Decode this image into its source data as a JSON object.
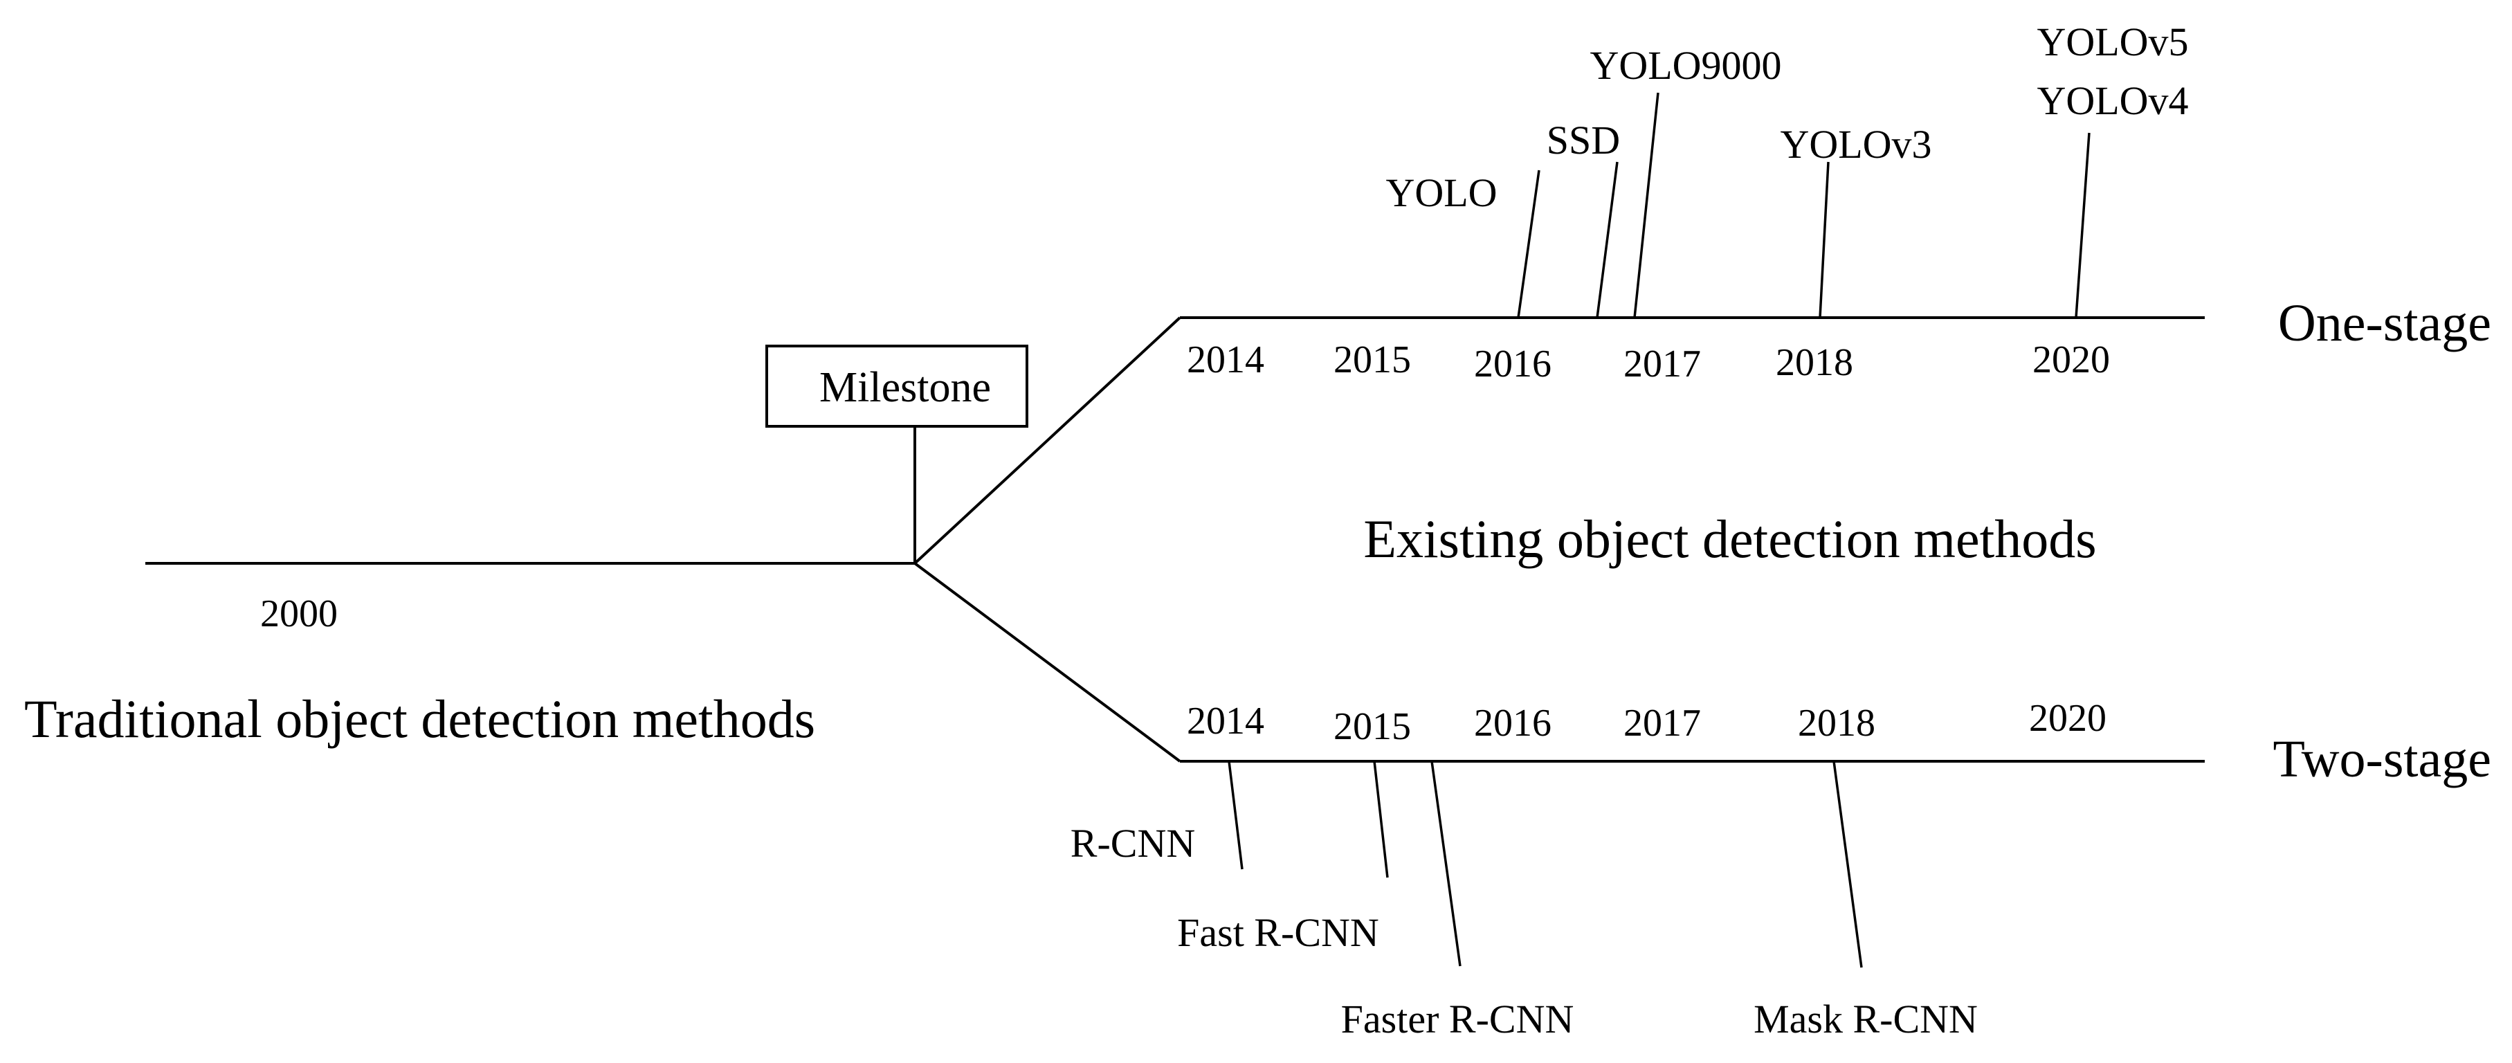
{
  "traditional": {
    "title": "Traditional object detection methods",
    "year": "2000"
  },
  "milestone": {
    "label": "Milestone"
  },
  "existing": {
    "title": "Existing object detection methods"
  },
  "one_stage": {
    "label": "One-stage",
    "years": [
      "2014",
      "2015",
      "2016",
      "2017",
      "2018",
      "2020"
    ],
    "methods": [
      "YOLO",
      "SSD",
      "YOLO9000",
      "YOLOv3",
      "YOLOv5",
      "YOLOv4"
    ]
  },
  "two_stage": {
    "label": "Two-stage",
    "years": [
      "2014",
      "2015",
      "2016",
      "2017",
      "2018",
      "2020"
    ],
    "methods": [
      "R-CNN",
      "Fast R-CNN",
      "Faster R-CNN",
      "Mask R-CNN"
    ]
  }
}
